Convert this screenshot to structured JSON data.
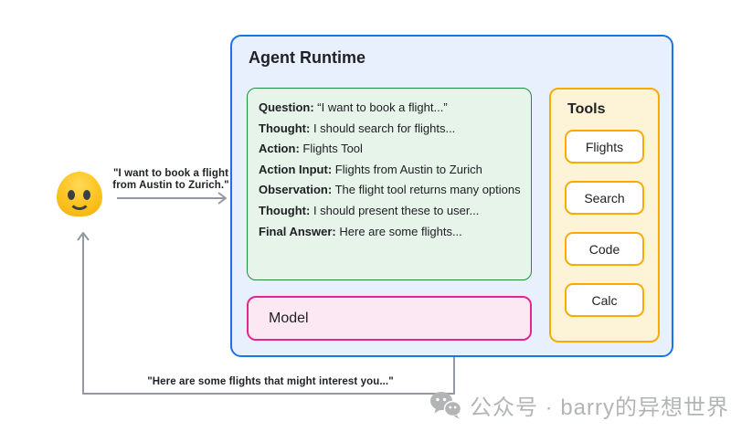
{
  "user_flow": {
    "request_line1": "\"I want to book a flight",
    "request_line2": "from Austin to Zurich.\"",
    "response_text": "\"Here are some flights that might interest you...\""
  },
  "agent_runtime": {
    "title": "Agent Runtime",
    "trace": [
      {
        "label": "Question:",
        "text": "“I want to book a flight...”"
      },
      {
        "label": "Thought:",
        "text": "I should search for flights..."
      },
      {
        "label": "Action:",
        "text": "Flights Tool"
      },
      {
        "label": "Action Input:",
        "text": "Flights from Austin to Zurich"
      },
      {
        "label": "Observation:",
        "text": "The flight tool returns many options"
      },
      {
        "label": "Thought:",
        "text": "I should present these to user..."
      },
      {
        "label": "Final Answer:",
        "text": "Here are some flights..."
      }
    ],
    "model": {
      "label": "Model"
    },
    "tools": {
      "title": "Tools",
      "buttons": [
        "Flights",
        "Search",
        "Code",
        "Calc"
      ]
    }
  },
  "watermark": {
    "text": "公众号 · barry的异想世界"
  },
  "icons": {
    "user": "blob-smiley-emoji",
    "watermark": "wechat-logo",
    "request_arrow": "arrow-right",
    "response_arrow": "arrow-up-elbow"
  },
  "colors": {
    "runtime_border": "#1a73e8",
    "runtime_fill": "#e8f0fe",
    "trace_border": "#1e8e3e",
    "trace_fill": "#e6f4ea",
    "model_border": "#e52592",
    "model_fill": "#fce8f3",
    "tools_border": "#f9ab00",
    "tools_fill": "#fdf3d7",
    "arrow": "#9299a1",
    "emoji": "#fcc21d",
    "watermark": "#b2b4b6"
  }
}
